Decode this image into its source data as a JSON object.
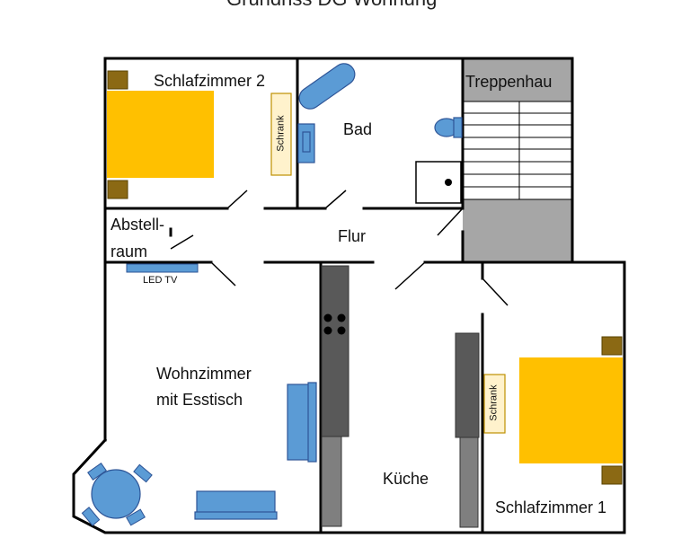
{
  "title": "Grundriss DG Wohnung",
  "rooms": {
    "schlafzimmer_2": "Schlafzimmer 2",
    "bad": "Bad",
    "treppenhaus": "Treppenhau",
    "abstellraum_line1": "Abstell-",
    "abstellraum_line2": "raum",
    "flur": "Flur",
    "wohnzimmer_line1": "Wohnzimmer",
    "wohnzimmer_line2": "mit Esstisch",
    "kueche": "Küche",
    "schlafzimmer_1": "Schlafzimmer 1"
  },
  "furniture": {
    "schrank_top": "Schrank",
    "schrank_right": "Schrank",
    "led_tv": "LED TV"
  },
  "colors": {
    "wall": "#000000",
    "bed": "#FFC000",
    "pillow": "#8B6914",
    "blue_furniture": "#5B9BD5",
    "blue_stroke": "#2E5597",
    "kitchen_counter": "#595959",
    "stair_gray": "#A6A6A6",
    "schrank_fill": "#FFF2CC",
    "schrank_stroke": "#BF9000"
  }
}
